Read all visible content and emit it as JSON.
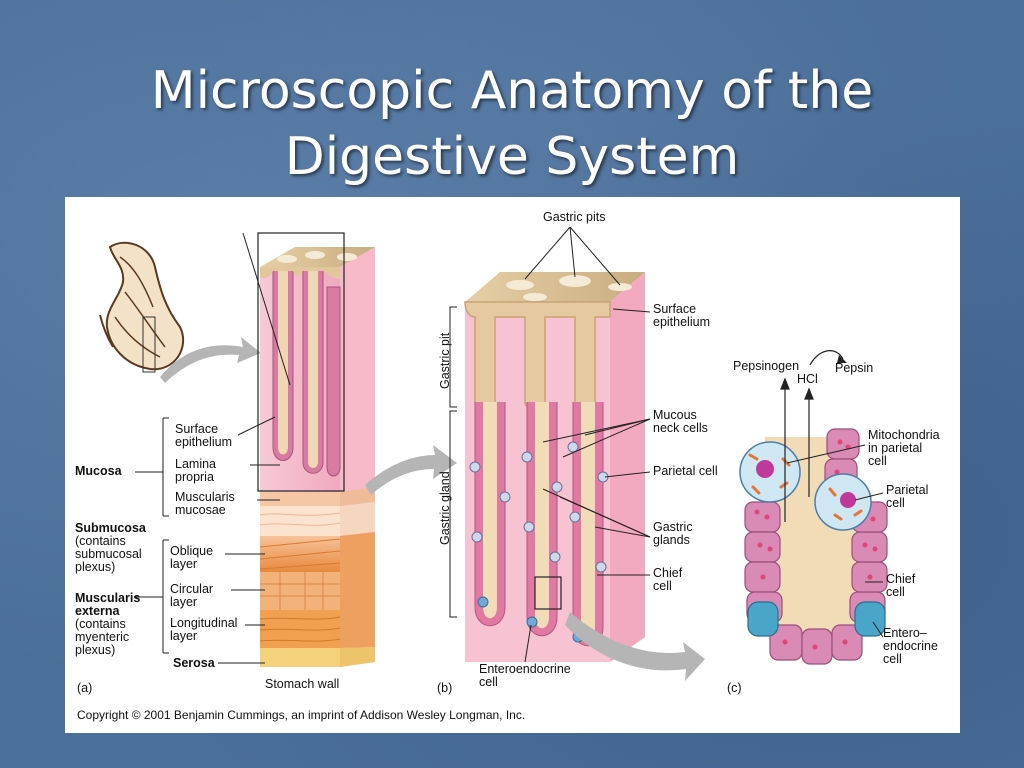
{
  "slide": {
    "title_line1": "Microscopic Anatomy of the",
    "title_line2": "Digestive System"
  },
  "panel_a": {
    "tag": "(a)",
    "caption": "Stomach wall",
    "labels": {
      "surface_epithelium_1": "Surface",
      "surface_epithelium_2": "epithelium",
      "lamina_propria_1": "Lamina",
      "lamina_propria_2": "propria",
      "muscularis_mucosae_1": "Muscularis",
      "muscularis_mucosae_2": "mucosae",
      "mucosa": "Mucosa",
      "submucosa": "Submucosa",
      "submucosa_note_1": "(contains",
      "submucosa_note_2": "submucosal",
      "submucosa_note_3": "plexus)",
      "oblique_1": "Oblique",
      "oblique_2": "layer",
      "circular_1": "Circular",
      "circular_2": "layer",
      "longitudinal_1": "Longitudinal",
      "longitudinal_2": "layer",
      "muscularis_externa_1": "Muscularis",
      "muscularis_externa_2": "externa",
      "externa_note_1": "(contains",
      "externa_note_2": "myenteric",
      "externa_note_3": "plexus)",
      "serosa": "Serosa"
    }
  },
  "panel_b": {
    "tag": "(b)",
    "labels": {
      "gastric_pits": "Gastric pits",
      "surface_epithelium_1": "Surface",
      "surface_epithelium_2": "epithelium",
      "gastric_pit_vertical": "Gastric pit",
      "gastric_gland_vertical": "Gastric gland",
      "mucous_neck_1": "Mucous",
      "mucous_neck_2": "neck cells",
      "parietal_cell": "Parietal cell",
      "gastric_glands_1": "Gastric",
      "gastric_glands_2": "glands",
      "chief_1": "Chief",
      "chief_2": "cell",
      "enteroendocrine_1": "Enteroendocrine",
      "enteroendocrine_2": "cell"
    }
  },
  "panel_c": {
    "tag": "(c)",
    "labels": {
      "pepsinogen": "Pepsinogen",
      "pepsin": "Pepsin",
      "hcl": "HCl",
      "mito_1": "Mitochondria",
      "mito_2": "in parietal",
      "mito_3": "cell",
      "parietal_1": "Parietal",
      "parietal_2": "cell",
      "chief_1": "Chief",
      "chief_2": "cell",
      "entero_1": "Entero–",
      "entero_2": "endocrine",
      "entero_3": "cell"
    }
  },
  "copyright": "Copyright © 2001 Benjamin Cummings, an imprint of Addison Wesley Longman, Inc.",
  "colors": {
    "background": "#4a6f9a",
    "mucosa_pink": "#f3b8c8",
    "gland_magenta": "#d86a9a",
    "muscle_orange": "#f0a050",
    "serosa_yellow": "#f5d27a",
    "cell_blue": "#4aa6c8",
    "arrow_gray": "#9a9a9a"
  }
}
